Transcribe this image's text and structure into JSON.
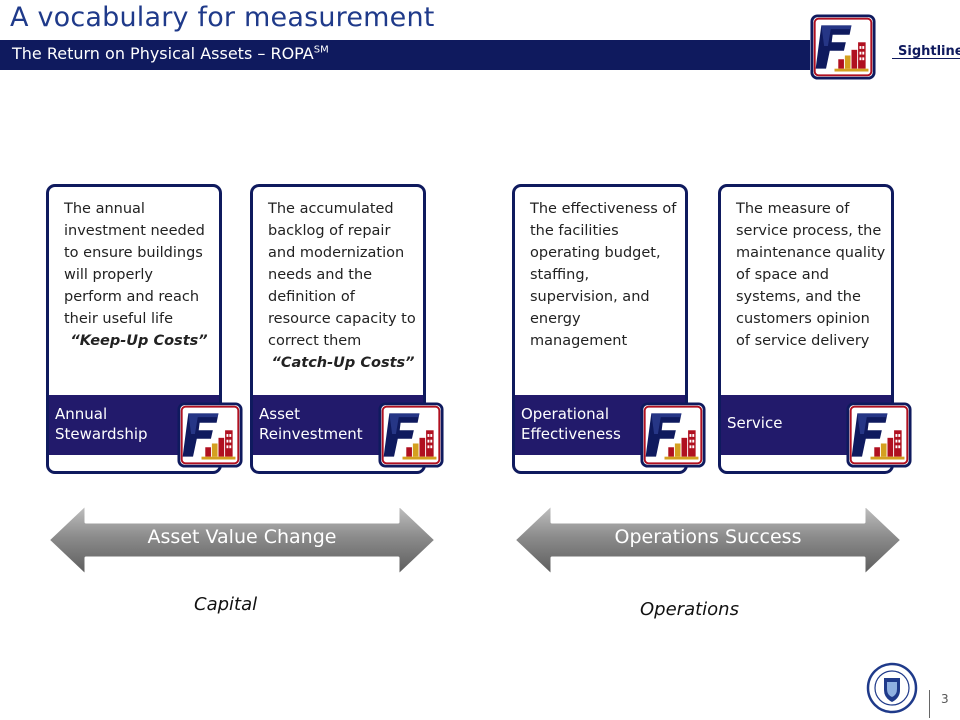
{
  "header": {
    "title": "A vocabulary for measurement",
    "subtitle": "The Return on Physical Assets – ROPA",
    "subtitle_superscript": "SM",
    "brand_name": "Sightlines"
  },
  "cards": [
    {
      "description": "The annual investment needed to ensure buildings will properly perform and reach their useful life",
      "tagline": "“Keep-Up Costs”",
      "band_label": "Annual Stewardship"
    },
    {
      "description": "The accumulated backlog of repair and modernization needs and the definition of resource capacity to correct them",
      "tagline": "“Catch-Up Costs”",
      "band_label": "Asset Reinvestment"
    },
    {
      "description": "The effectiveness of the facilities operating budget, staffing, supervision, and energy management",
      "tagline": "",
      "band_label": "Operational Effectiveness"
    },
    {
      "description": "The measure of service process, the maintenance quality of space and systems, and the customers opinion of service delivery",
      "tagline": "",
      "band_label": "Service"
    }
  ],
  "arrows": [
    {
      "label": "Asset Value Change",
      "caption": "Capital"
    },
    {
      "label": "Operations Success",
      "caption": "Operations"
    }
  ],
  "footer": {
    "page_number": "3"
  },
  "colors": {
    "navy": "#0f1a5e",
    "band": "#221a6b",
    "title_blue": "#1f3a8a",
    "logo_red": "#b01020",
    "logo_gold": "#d4a020",
    "arrow_gray": "#8a8a8a"
  }
}
